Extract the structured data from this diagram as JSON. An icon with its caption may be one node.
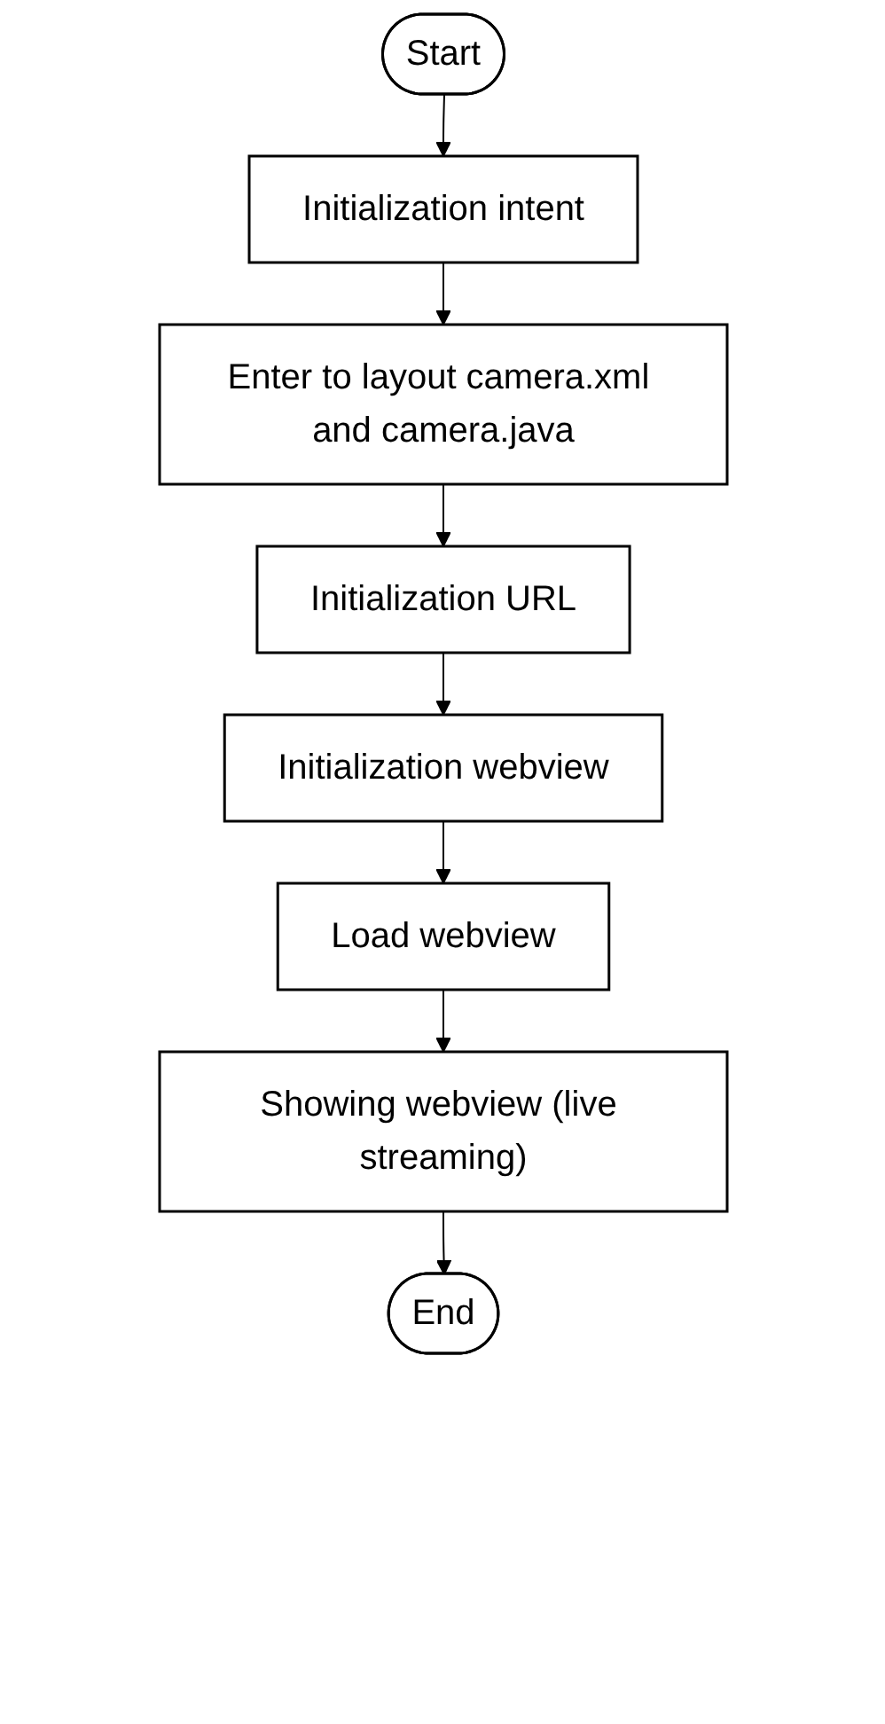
{
  "diagram": {
    "nodes": [
      {
        "text": [
          "Start"
        ]
      },
      {
        "text": [
          "Initialization intent"
        ]
      },
      {
        "text": [
          "Enter to layout camera.xml and camera.java"
        ]
      },
      {
        "text": [
          "Initialization URL"
        ]
      },
      {
        "text": [
          "Initialization webview"
        ]
      },
      {
        "text": [
          "Load webview"
        ]
      },
      {
        "text": [
          "Showing webview (live streaming)"
        ]
      },
      {
        "text": [
          "End"
        ]
      }
    ],
    "edges": [
      {
        "from": 0,
        "to": 1,
        "arrow": "to"
      },
      {
        "from": 1,
        "to": 2,
        "arrow": "to"
      },
      {
        "from": 2,
        "to": 3,
        "arrow": "to"
      },
      {
        "from": 3,
        "to": 4,
        "arrow": "to"
      },
      {
        "from": 4,
        "to": 5,
        "arrow": "to"
      },
      {
        "from": 5,
        "to": 6,
        "arrow": "to"
      },
      {
        "from": 6,
        "to": 7,
        "arrow": "to"
      }
    ]
  }
}
